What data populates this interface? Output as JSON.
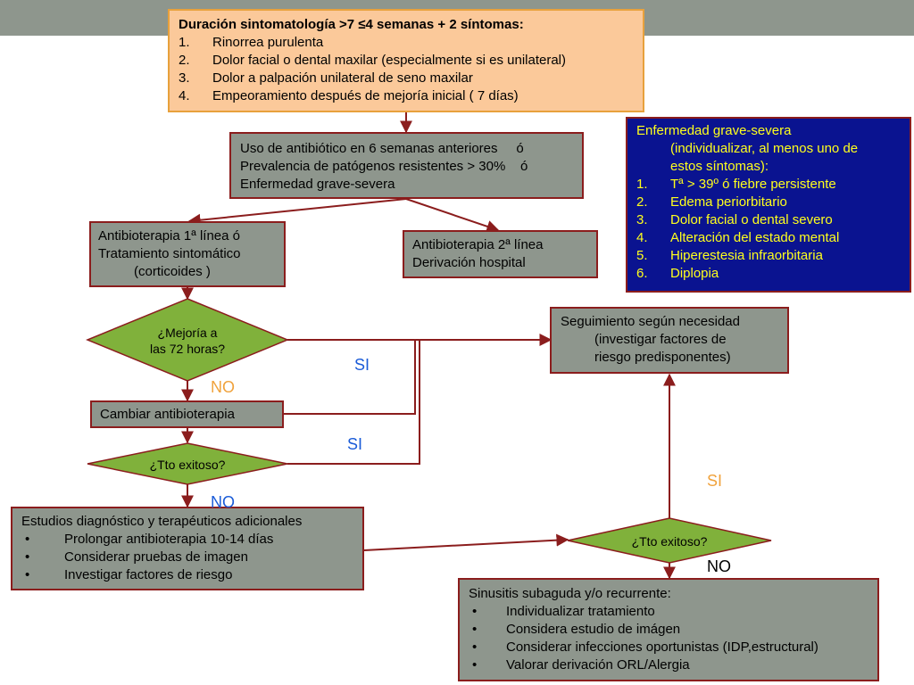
{
  "criteria": {
    "title": "Duración sintomatología >7 ≤4 semanas + 2 síntomas:",
    "items": [
      {
        "n": "1.",
        "text": "Rinorrea  purulenta"
      },
      {
        "n": "2.",
        "text": "Dolor facial o dental maxilar (especialmente si es unilateral)"
      },
      {
        "n": "3.",
        "text": "Dolor a palpación unilateral de seno maxilar"
      },
      {
        "n": "4.",
        "text": "Empeoramiento después de mejoría inicial ( 7 días)"
      }
    ]
  },
  "risk": {
    "line1": "Uso de antibiótico en 6 semanas anteriores     ó",
    "line2": "Prevalencia de patógenos resistentes > 30%    ó",
    "line3": "Enfermedad grave-severa"
  },
  "severe": {
    "title": "Enfermedad grave-severa",
    "subtitle1": "(individualizar, al menos uno de",
    "subtitle2": "estos síntomas):",
    "items": [
      {
        "n": "1.",
        "text": "Tª > 39º ó fiebre persistente"
      },
      {
        "n": "2.",
        "text": "Edema periorbitario"
      },
      {
        "n": "3.",
        "text": "Dolor facial o dental severo"
      },
      {
        "n": "4.",
        "text": "Alteración del estado mental"
      },
      {
        "n": "5.",
        "text": "Hiperestesia infraorbitaria"
      },
      {
        "n": "6.",
        "text": "Diplopia"
      }
    ]
  },
  "first_line": {
    "line1": "Antibioterapia 1ª línea ó",
    "line2": "Tratamiento sintomático",
    "line3": "(corticoides )"
  },
  "second_line": {
    "line1": "Antibioterapia 2ª línea",
    "line2": "Derivación hospital"
  },
  "decision1": {
    "line1": "¿Mejoría a",
    "line2": "las 72 horas?"
  },
  "followup": {
    "line1": "Seguimiento según necesidad",
    "line2": "(investigar factores de",
    "line3": "riesgo predisponentes)"
  },
  "change": {
    "label": "Cambiar antibioterapia"
  },
  "decision2": {
    "label": "¿Tto exitoso?"
  },
  "studies": {
    "title": "Estudios diagnóstico y terapéuticos adicionales",
    "items": [
      {
        "b": "•",
        "text": "Prolongar  antibioterapia 10-14 días"
      },
      {
        "b": "•",
        "text": "Considerar pruebas de imagen"
      },
      {
        "b": "•",
        "text": "Investigar factores de riesgo"
      }
    ]
  },
  "decision3": {
    "label": "¿Tto exitoso?"
  },
  "subacute": {
    "title": "Sinusitis subaguda y/o recurrente:",
    "items": [
      {
        "b": "•",
        "text": "Individualizar tratamiento"
      },
      {
        "b": "•",
        "text": "Considera estudio de imágen"
      },
      {
        "b": "•",
        "text": "Considerar infecciones oportunistas (IDP,estructural)"
      },
      {
        "b": "•",
        "text": "Valorar derivación ORL/Alergia"
      }
    ]
  },
  "flags": {
    "si1": "SI",
    "no1": "NO",
    "si2": "SI",
    "no2": "NO",
    "si3": "SI",
    "no3": "NO"
  },
  "colors": {
    "arrow": "#8b1d1d",
    "diamond": "#80b13b",
    "navy": "#0a1390",
    "peach": "#fbc99a",
    "gray": "#8e968d"
  }
}
